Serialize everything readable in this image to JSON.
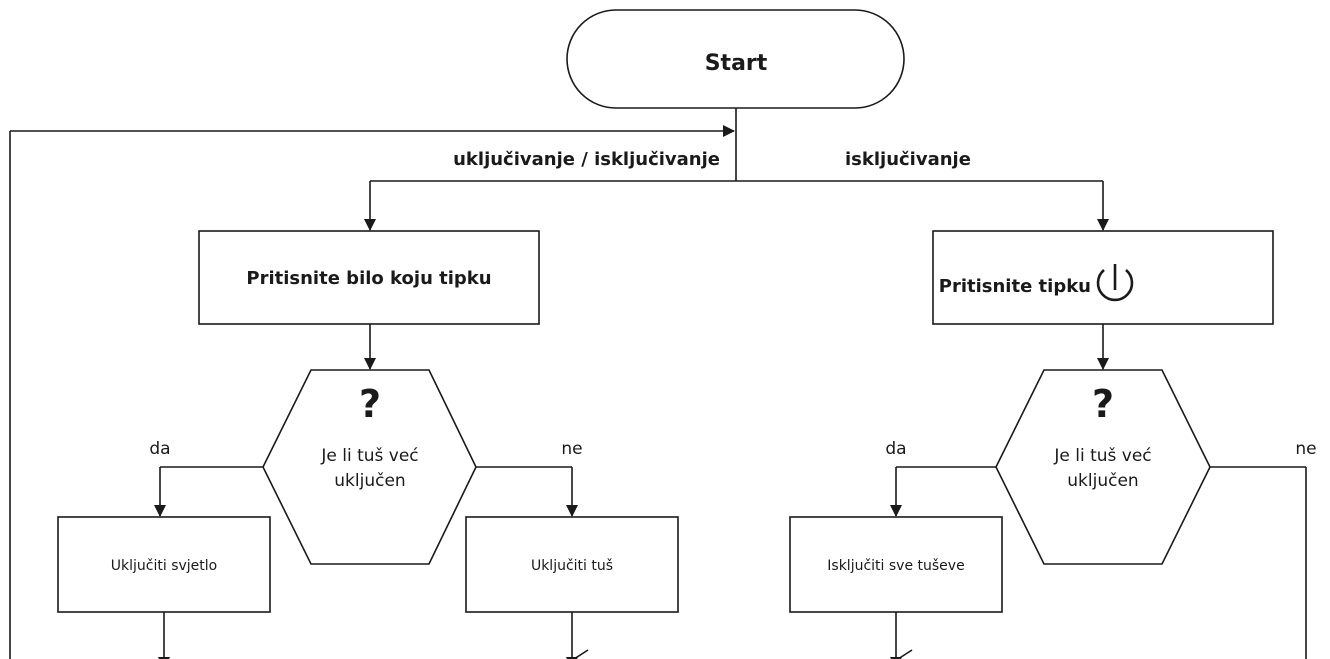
{
  "diagram": {
    "start": "Start",
    "branch_left": "uključivanje / isključivanje",
    "branch_right": "isključivanje",
    "left": {
      "action": "Pritisnite bilo koju tipku",
      "question_mark": "?",
      "question_line1": "Je li tuš već",
      "question_line2": "uključen",
      "yes": "da",
      "no": "ne",
      "yes_action": "Uključiti svjetlo",
      "no_action": "Uključiti tuš"
    },
    "right": {
      "action": "Pritisnite tipku",
      "action_icon": "power-icon",
      "question_mark": "?",
      "question_line1": "Je li tuš već",
      "question_line2": "uključen",
      "yes": "da",
      "no": "ne",
      "yes_action": "Isključiti sve tuševe"
    }
  }
}
